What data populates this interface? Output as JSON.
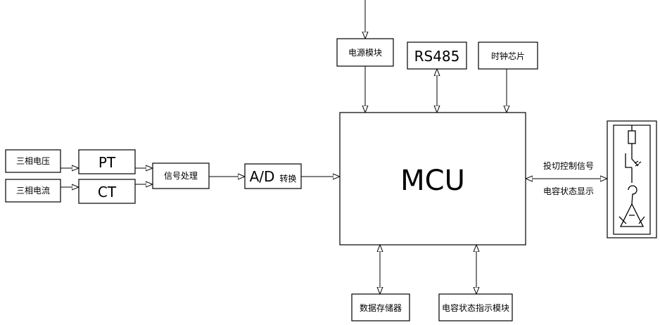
{
  "blocks": {
    "three_phase_voltage": "三相电压",
    "three_phase_current": "三相电流",
    "pt": "PT",
    "ct": "CT",
    "signal_processing": "信号处理",
    "ad_conversion_prefix": "A/D",
    "ad_conversion_suffix": "转换",
    "mcu": "MCU",
    "power_module": "电源模块",
    "rs485": "RS485",
    "clock_chip": "时钟芯片",
    "data_storage": "数据存储器",
    "capacitor_status_module": "电容状态指示模块"
  },
  "links": {
    "switching_control_signal": "投切控制信号",
    "capacitor_status_display": "电容状态显示"
  }
}
